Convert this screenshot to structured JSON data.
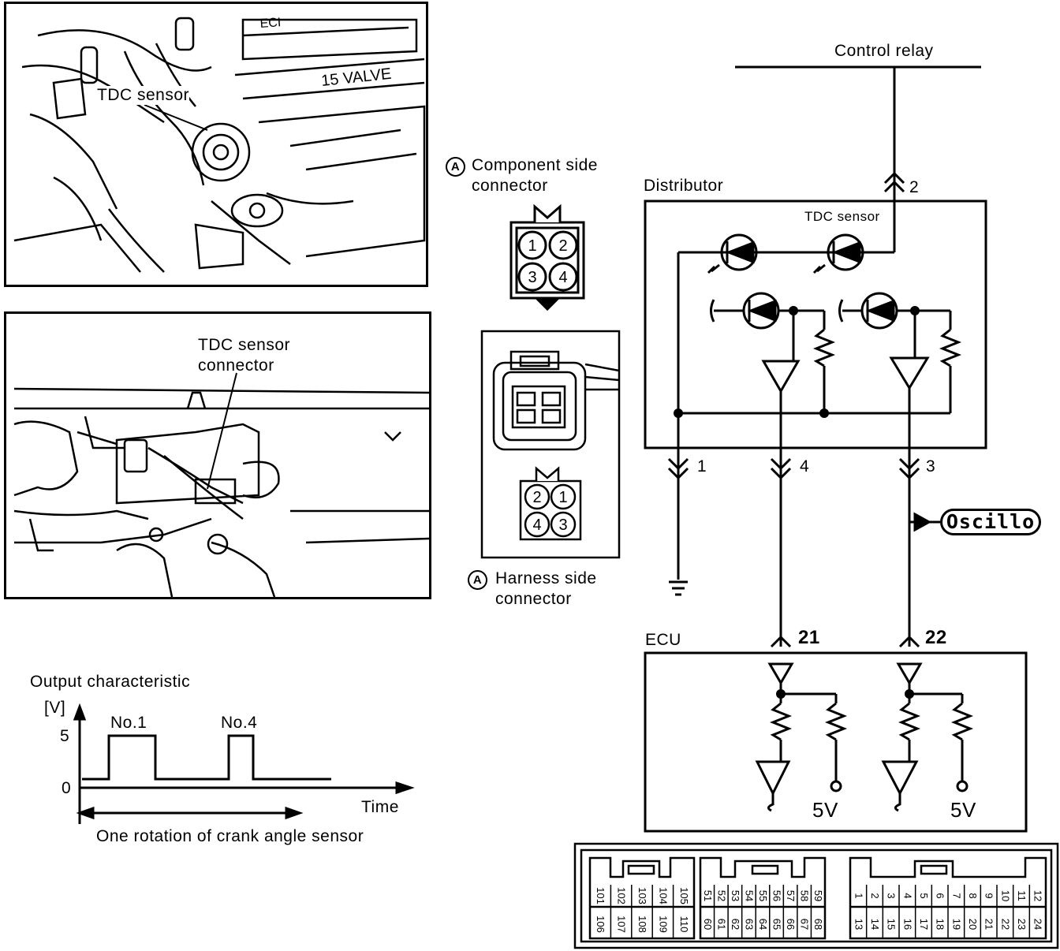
{
  "photo1": {
    "label": "TDC sensor",
    "engine_text": "15 VALVE",
    "plate_text": "ECI"
  },
  "photo2": {
    "label_line1": "TDC sensor",
    "label_line2": "connector"
  },
  "component_connector": {
    "marker": "A",
    "title_line1": "Component side",
    "title_line2": "connector",
    "pins": [
      "1",
      "2",
      "3",
      "4"
    ]
  },
  "harness_connector": {
    "marker": "A",
    "title_line1": "Harness side",
    "title_line2": "connector",
    "pins": [
      "2",
      "1",
      "4",
      "3"
    ]
  },
  "output_chart": {
    "title": "Output characteristic",
    "y_unit": "[V]",
    "y_ticks": [
      "5",
      "0"
    ],
    "pulse_labels": [
      "No.1",
      "No.4"
    ],
    "x_label": "Time",
    "span_label": "One rotation of crank angle sensor"
  },
  "schematic": {
    "control_relay": "Control relay",
    "distributor": "Distributor",
    "tdc_sensor": "TDC sensor",
    "terminals": {
      "t1": "1",
      "t2": "2",
      "t3": "3",
      "t4": "4"
    },
    "ecu": "ECU",
    "ecu_terminals": {
      "t21": "21",
      "t22": "22"
    },
    "supply_left": "5V",
    "supply_right": "5V",
    "oscillo": "Oscillo"
  },
  "ecu_connector": {
    "block_a_top": [
      "101",
      "102",
      "103",
      "104",
      "105"
    ],
    "block_a_bottom": [
      "106",
      "107",
      "108",
      "109",
      "110"
    ],
    "block_b_top": [
      "51",
      "52",
      "53",
      "54",
      "55",
      "56",
      "57",
      "58",
      "59"
    ],
    "block_b_bottom": [
      "60",
      "61",
      "62",
      "63",
      "64",
      "65",
      "66",
      "67",
      "68"
    ],
    "block_c_top": [
      "1",
      "2",
      "3",
      "4",
      "5",
      "6",
      "7",
      "8",
      "9",
      "10",
      "11",
      "12"
    ],
    "block_c_bottom": [
      "13",
      "14",
      "15",
      "16",
      "17",
      "18",
      "19",
      "20",
      "21",
      "22",
      "23",
      "24"
    ]
  }
}
